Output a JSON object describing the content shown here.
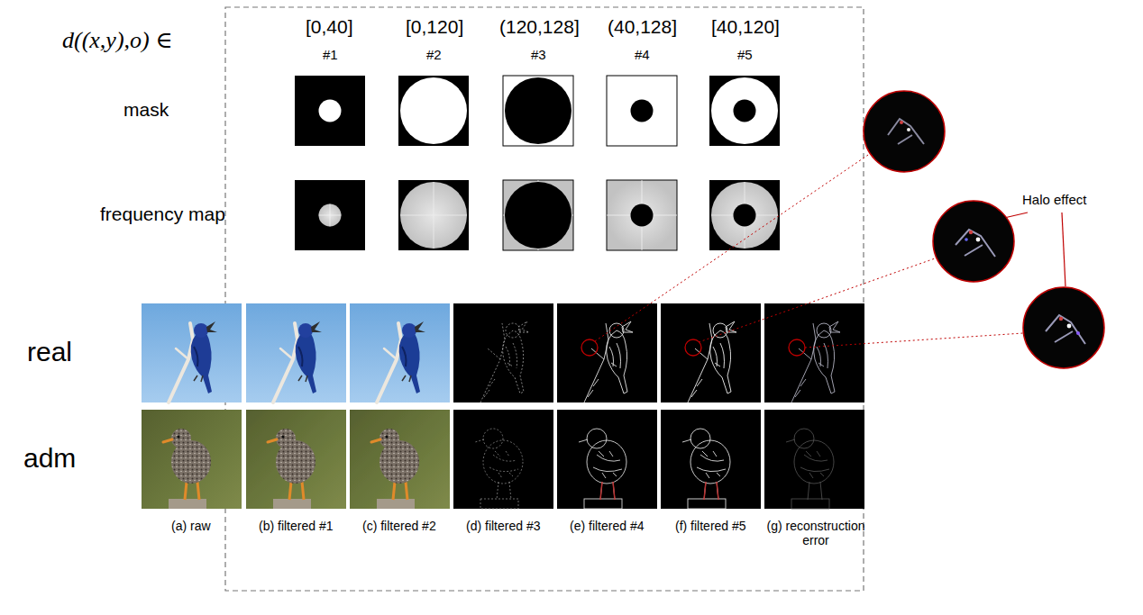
{
  "diagram": {
    "labels": [
      "d((x,y),o) ∈",
      "[0,40]",
      "#1",
      "[0,120]",
      "#2",
      "(120,128]",
      "#3",
      "(40,128]",
      "#4",
      "[40,120]",
      "#5",
      "mask",
      "frequency map",
      "Halo effect",
      "real",
      "adm",
      "(a) raw",
      "(b) filtered #1",
      "(c) filtered #2",
      "(d) filtered #3",
      "(e) filtered #4",
      "(f) filtered #5",
      "(g) reconstruction error"
    ]
  }
}
